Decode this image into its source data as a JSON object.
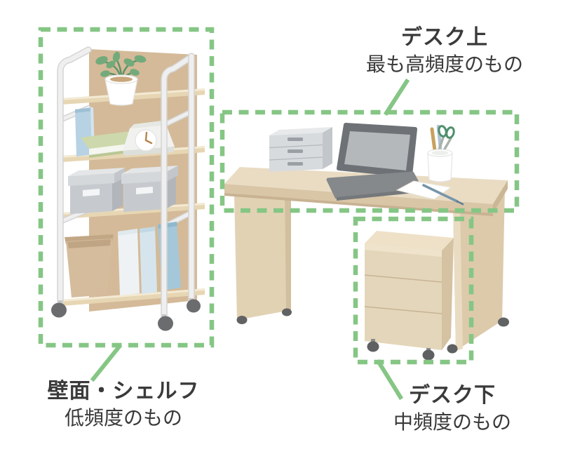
{
  "colors": {
    "zone_green": "#85c685",
    "text": "#3a3a3a",
    "desk_wood": "#e9dcc3",
    "shelf_wood": "#e9d9b8",
    "back_panel_tan": "#d4ba98"
  },
  "zones": {
    "desk_top": {
      "title": "デスク上",
      "subtitle": "最も高頻度のもの"
    },
    "wall_shelf": {
      "title": "壁面・シェルフ",
      "subtitle": "低頻度のもの"
    },
    "desk_under": {
      "title": "デスク下",
      "subtitle": "中頻度のもの"
    }
  },
  "illustration": {
    "shelf_items": [
      "potted-plant",
      "blue-book",
      "green-book",
      "desk-clock",
      "storage-box",
      "storage-box",
      "fabric-basket",
      "file-boxes"
    ],
    "desk_items": [
      "drawer-organizer",
      "laptop",
      "pen-cup",
      "scissors",
      "pencils",
      "paper",
      "pen"
    ],
    "under_desk_items": [
      "rolling-drawer-cabinet"
    ]
  }
}
